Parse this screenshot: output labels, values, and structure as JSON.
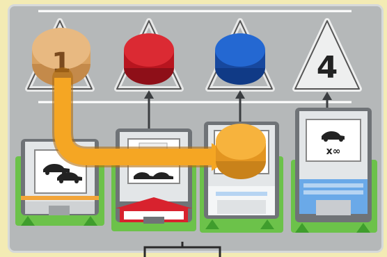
{
  "board": {
    "background_color": "#b5b8b9",
    "frame_color": "#f3ebb4"
  },
  "slots": [
    {
      "label": "1",
      "token": "orange-numbered-disc",
      "token_color": "#e6b47a",
      "label_color": "#7a4a1e"
    },
    {
      "label": "",
      "token": "red-disc",
      "token_color": "#d8222e"
    },
    {
      "label": "",
      "token": "blue-disc",
      "token_color": "#1f5fc8"
    },
    {
      "label": "4",
      "token": "empty",
      "label_color": "#222222"
    }
  ],
  "buildings": [
    {
      "name": "car-dealership",
      "icon": "cars-icon",
      "trim_color": "#f2a53a"
    },
    {
      "name": "showroom",
      "icon": "cars-icon",
      "trim_color": "#d8222e"
    },
    {
      "name": "garage",
      "icon": "none",
      "trim_color": "#ffffff",
      "occupied_by": "orange-disc"
    },
    {
      "name": "car-factory",
      "icon": "car-infinity-icon",
      "trim_color": "#6aa9e8",
      "icon_text": "x∞"
    }
  ],
  "move_arrow": {
    "from_slot": 1,
    "to_building": 3,
    "color": "#f5a623"
  },
  "colors": {
    "grass": "#6cc24a",
    "building_wall": "#c9ccd0",
    "building_dark": "#6f7377",
    "roof_light": "#e6e8ea",
    "orange": "#f5a623"
  }
}
